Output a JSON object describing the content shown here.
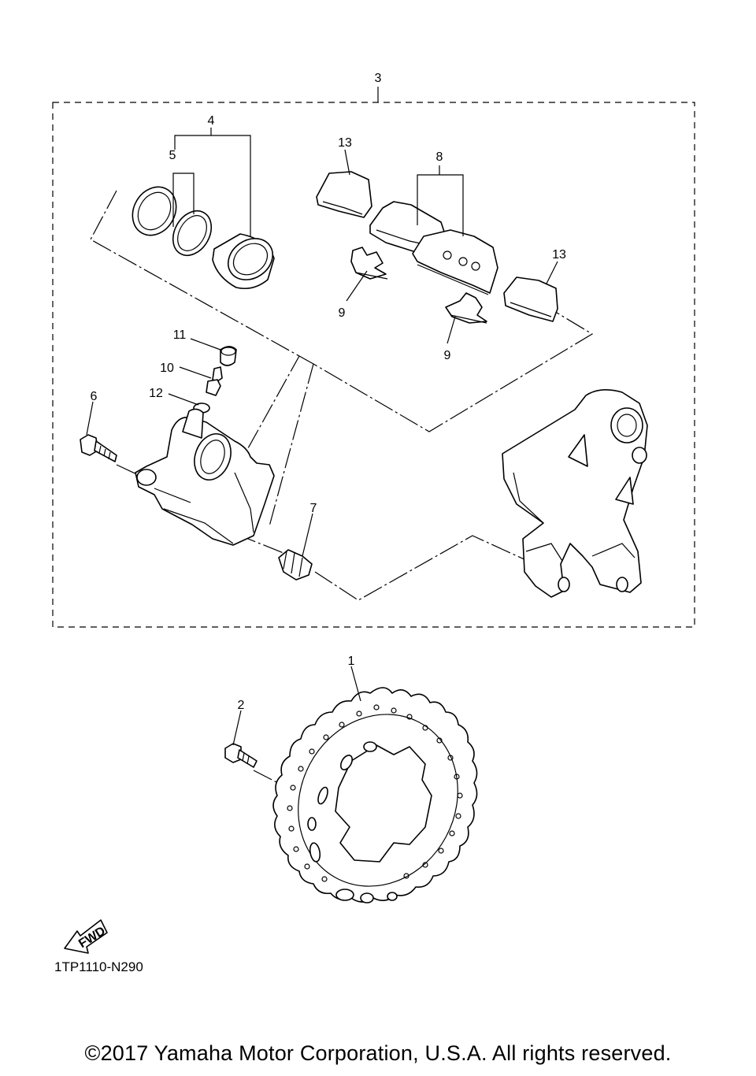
{
  "callouts": {
    "c1": "1",
    "c2": "2",
    "c3": "3",
    "c4": "4",
    "c5": "5",
    "c6": "6",
    "c7": "7",
    "c8": "8",
    "c9a": "9",
    "c9b": "9",
    "c10": "10",
    "c11": "11",
    "c12": "12",
    "c13a": "13",
    "c13b": "13"
  },
  "fwd_label": "FWD",
  "diagram_code": "1TP1110-N290",
  "copyright": "©2017 Yamaha Motor Corporation, U.S.A. All rights reserved."
}
